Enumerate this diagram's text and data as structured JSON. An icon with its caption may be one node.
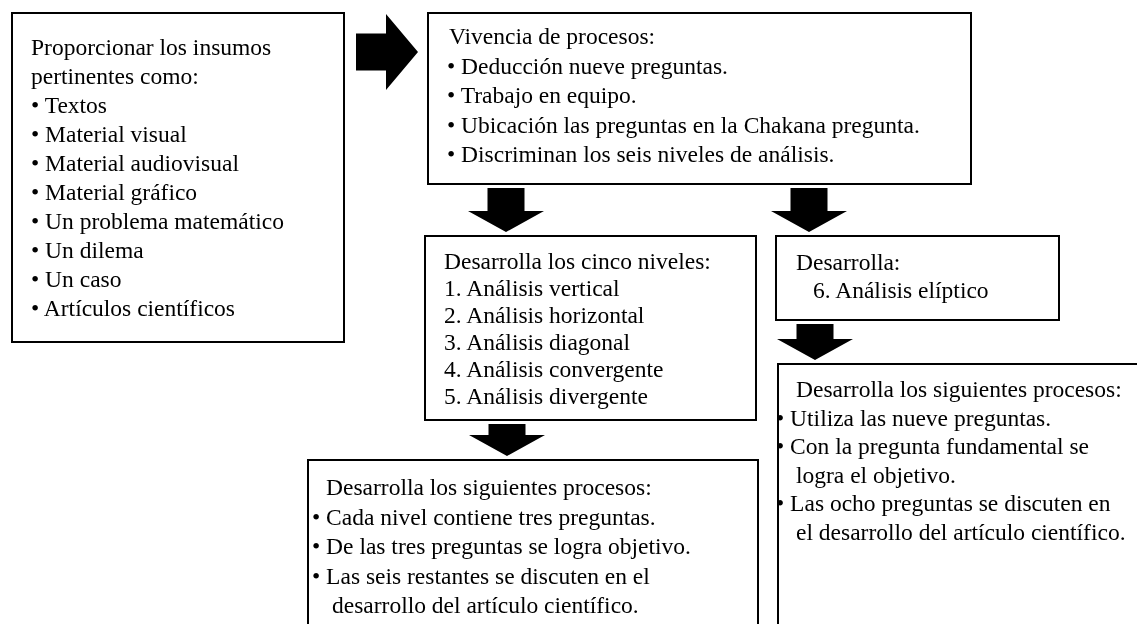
{
  "diagram": {
    "nodes": [
      {
        "text": [
          "Proporcionar los insumos pertinentes como:",
          "• Textos",
          "• Material visual",
          "• Material audiovisual",
          "• Material gráfico",
          "• Un problema matemático",
          "• Un dilema",
          "• Un caso",
          "• Artículos científicos"
        ]
      },
      {
        "text": [
          "Vivencia de procesos:",
          "• Deducción nueve preguntas.",
          "• Trabajo en equipo.",
          "• Ubicación las preguntas en la Chakana pregunta.",
          "• Discriminan los seis niveles de análisis."
        ]
      },
      {
        "text": [
          "Desarrolla los cinco niveles:",
          "1. Análisis vertical",
          "2. Análisis horizontal",
          "3. Análisis diagonal",
          "4. Análisis convergente",
          "5. Análisis divergente"
        ]
      },
      {
        "text": [
          "Desarrolla:",
          "6. Análisis elíptico"
        ]
      },
      {
        "text": [
          "Desarrolla los siguientes procesos:",
          "• Cada nivel contiene tres preguntas.",
          "• De las tres preguntas se logra objetivo.",
          "• Las seis restantes se discuten en el desarrollo del artículo científico."
        ]
      },
      {
        "text": [
          "Desarrolla los siguientes procesos:",
          "• Utiliza las nueve preguntas.",
          "• Con la pregunta fundamental se logra el objetivo.",
          "• Las ocho preguntas se discuten en el desarrollo del artículo científico."
        ]
      }
    ],
    "edges": [
      {
        "from": 0,
        "to": 1,
        "arrow": "to"
      },
      {
        "from": 1,
        "to": 2,
        "arrow": "to"
      },
      {
        "from": 1,
        "to": 3,
        "arrow": "to"
      },
      {
        "from": 2,
        "to": 4,
        "arrow": "to"
      },
      {
        "from": 3,
        "to": 5,
        "arrow": "to"
      }
    ]
  }
}
